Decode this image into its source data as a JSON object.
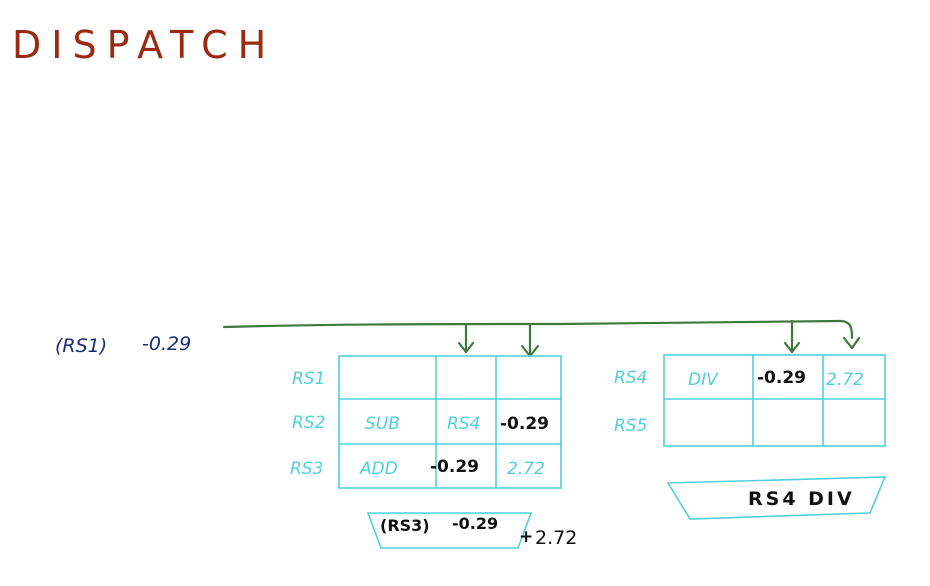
{
  "title": "DISPATCH",
  "colors": {
    "title": "#9b2a12",
    "bus": "#3d7a3a",
    "station": "#4fd0dc",
    "broadcast": "#1c2a78",
    "value": "#111111"
  },
  "broadcast": {
    "tag": "(RS1)",
    "value": "-0.29"
  },
  "left_table": {
    "rows": [
      {
        "name": "RS1",
        "op": "",
        "src1": "",
        "src2": ""
      },
      {
        "name": "RS2",
        "op": "SUB",
        "src1": "RS4",
        "src2": "-0.29"
      },
      {
        "name": "RS3",
        "op": "ADD",
        "src1": "-0.29",
        "src2": "2.72"
      }
    ]
  },
  "right_table": {
    "rows": [
      {
        "name": "RS4",
        "op": "DIV",
        "src1": "-0.29",
        "src2": "2.72"
      },
      {
        "name": "RS5",
        "op": "",
        "src1": "",
        "src2": ""
      }
    ]
  },
  "left_unit": {
    "tag": "(RS3)",
    "op1": "-0.29",
    "plus": "+",
    "op2": "2.72"
  },
  "right_unit": {
    "label": "RS4 DIV"
  }
}
